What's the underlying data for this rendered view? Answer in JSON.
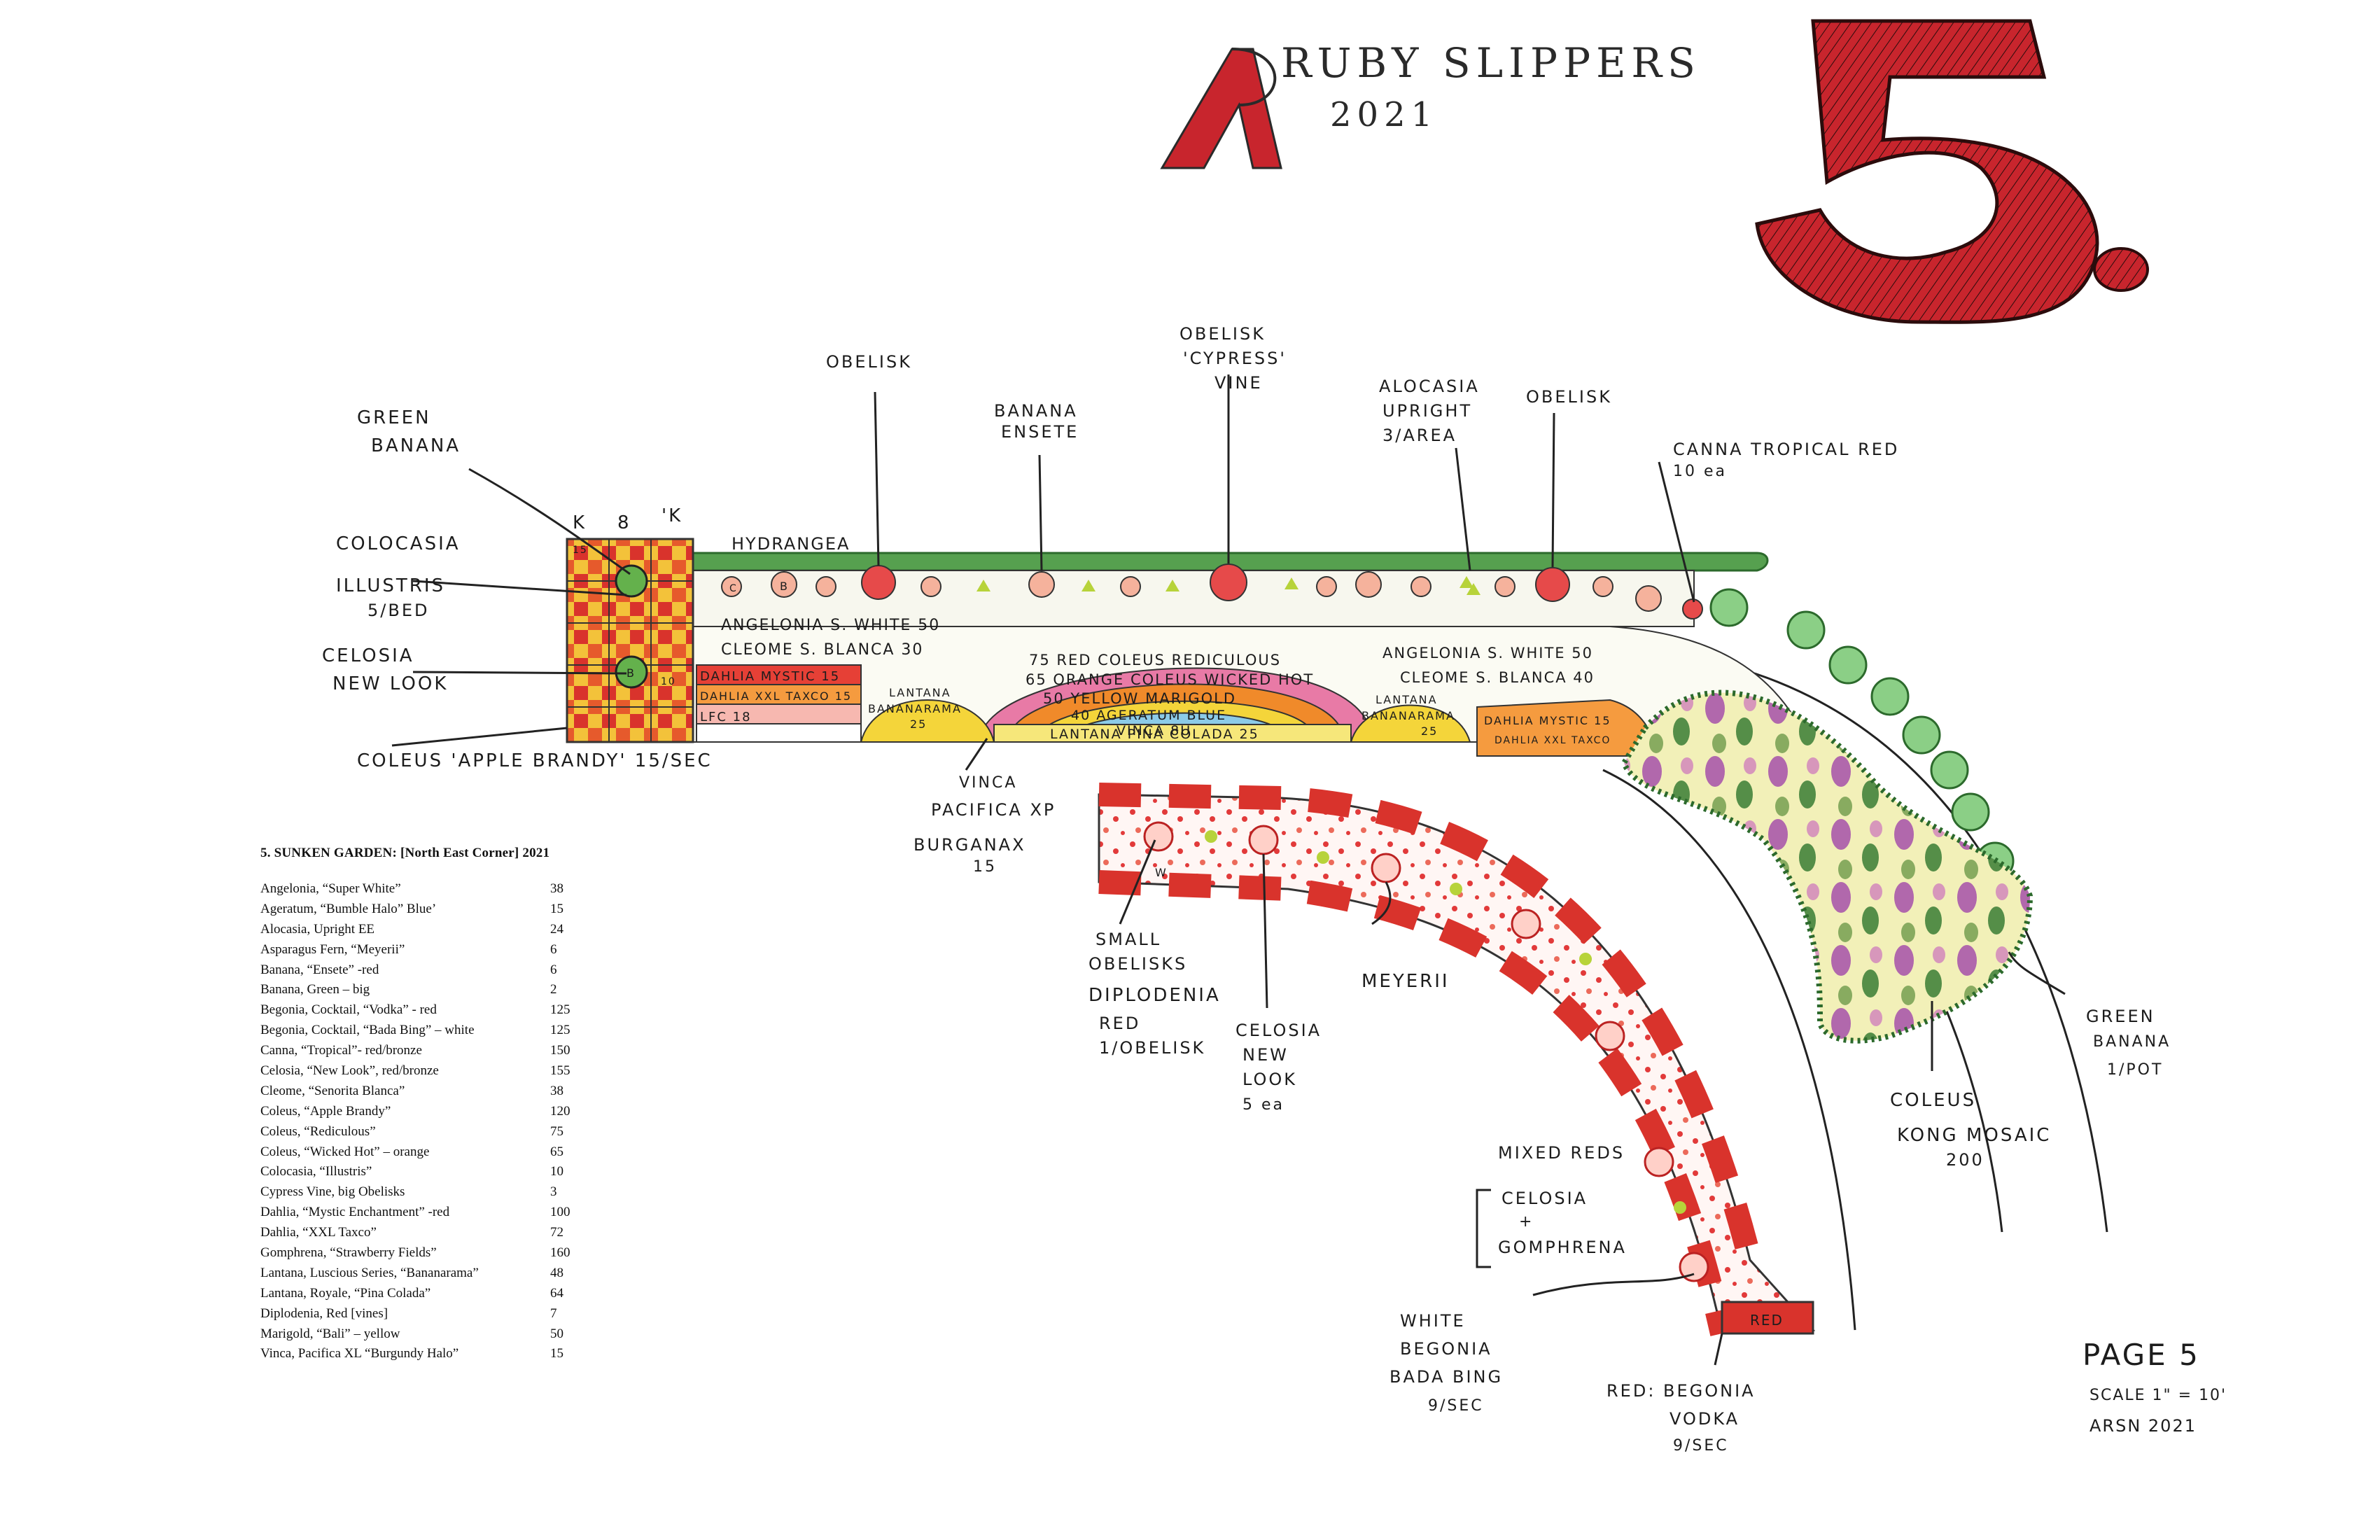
{
  "header": {
    "title_line1": "RUBY SLIPPERS",
    "year": "2021",
    "big_number": "5."
  },
  "labels": {
    "green_banana_top": [
      "GREEN",
      "BANANA"
    ],
    "k_marks": [
      "K",
      "8",
      "'K"
    ],
    "colocasia": [
      "COLOCASIA",
      "ILLUSTRIS",
      "5/BED"
    ],
    "celosia_left": [
      "CELOSIA",
      "NEW LOOK"
    ],
    "coleus_apple": "COLEUS 'APPLE BRANDY' 15/SEC",
    "obelisk_1": "OBELISK",
    "banana_ensete": [
      "BANANA",
      "ENSETE"
    ],
    "obelisk_cypress": [
      "OBELISK",
      "'CYPRESS'",
      "VINE"
    ],
    "alocasia": [
      "ALOCASIA",
      "UPRIGHT",
      "3/AREA"
    ],
    "obelisk_2": "OBELISK",
    "canna": [
      "CANNA TROPICAL RED",
      "10 ea"
    ],
    "hydrangea": "HYDRANGEA",
    "angelonia_left": "ANGELONIA S. WHITE 50",
    "cleome_left": "CLEOME S. BLANCA 30",
    "coleus_rediculous": "75 RED COLEUS REDICULOUS",
    "coleus_wicked": "65 ORANGE COLEUS WICKED HOT",
    "marigold": "50 YELLOW MARIGOLD",
    "ageratum": "40 AGERATUM BLUE",
    "vinca_band": "VINCA 8U",
    "angelonia_right": "ANGELONIA S. WHITE 50",
    "cleome_right": "CLEOME S. BLANCA 40",
    "dahlia_left": "DAHLIA MYSTIC 15",
    "dahlia_xxl_left": "DAHLIA XXL TAXCO 15",
    "lfc": "LFC 18",
    "lantana_left": [
      "LANTANA",
      "BANANARAMA",
      "25"
    ],
    "lantana_pina": "LANTANA PINA COLADA 25",
    "lantana_right": [
      "LANTANA",
      "BANANARAMA",
      "25"
    ],
    "dahlia_right": "DAHLIA MYSTIC 15",
    "dahlia_xxl_right": "DAHLIA XXL TAXCO",
    "vinca": [
      "VINCA",
      "PACIFICA XP",
      "BURGANAX",
      "15"
    ],
    "small_obelisks": [
      "SMALL",
      "OBELISKS"
    ],
    "diplodenia": [
      "DIPLODENIA",
      "RED",
      "1/OBELISK"
    ],
    "celosia_new_look": [
      "CELOSIA",
      "NEW",
      "LOOK",
      "5 ea"
    ],
    "meyerii": "MEYERII",
    "mixed_reds": [
      "MIXED REDS",
      "CELOSIA",
      "+",
      "GOMPHRENA"
    ],
    "white_begonia": [
      "WHITE",
      "BEGONIA",
      "BADA BING",
      "9/SEC"
    ],
    "red_begonia": [
      "RED: BEGONIA",
      "VODKA",
      "9/SEC"
    ],
    "red_tag": "RED",
    "coleus_kong": [
      "COLEUS",
      "KONG MOSAIC",
      "200"
    ],
    "green_banana_right": [
      "GREEN",
      "BANANA",
      "1/POT"
    ],
    "bed_letters": {
      "b": "B",
      "c": "C",
      "w": "W",
      "fifteen": "15",
      "ten": "10"
    }
  },
  "page_meta": {
    "page": "PAGE 5",
    "scale": "SCALE 1\" = 10'",
    "author": "ARSN 2021"
  },
  "plant_list": {
    "title": "5. SUNKEN GARDEN: [North East Corner] 2021",
    "rows": [
      {
        "name": "Angelonia, “Super White”",
        "qty": "38"
      },
      {
        "name": "Ageratum, “Bumble Halo” Blue’",
        "qty": "15"
      },
      {
        "name": "Alocasia, Upright EE",
        "qty": "24"
      },
      {
        "name": "Asparagus Fern, “Meyerii”",
        "qty": "6"
      },
      {
        "name": "Banana, “Ensete” -red",
        "qty": "6"
      },
      {
        "name": "Banana, Green – big",
        "qty": "2"
      },
      {
        "name": "Begonia, Cocktail, “Vodka” - red",
        "qty": "125"
      },
      {
        "name": "Begonia, Cocktail, “Bada Bing” – white",
        "qty": "125"
      },
      {
        "name": "Canna, “Tropical”- red/bronze",
        "qty": "150"
      },
      {
        "name": "Celosia, “New Look”, red/bronze",
        "qty": "155"
      },
      {
        "name": "Cleome, “Senorita Blanca”",
        "qty": "38"
      },
      {
        "name": "Coleus, “Apple Brandy”",
        "qty": "120"
      },
      {
        "name": "Coleus, “Rediculous”",
        "qty": "75"
      },
      {
        "name": "Coleus, “Wicked Hot” – orange",
        "qty": "65"
      },
      {
        "name": "Colocasia, “Illustris”",
        "qty": "10"
      },
      {
        "name": "Cypress Vine, big Obelisks",
        "qty": "3"
      },
      {
        "name": "Dahlia, “Mystic Enchantment” -red",
        "qty": "100"
      },
      {
        "name": "Dahlia, “XXL Taxco”",
        "qty": "72"
      },
      {
        "name": "Gomphrena, “Strawberry Fields”",
        "qty": "160"
      },
      {
        "name": "Lantana, Luscious Series, “Bananarama”",
        "qty": "48"
      },
      {
        "name": "Lantana, Royale, “Pina Colada”",
        "qty": "64"
      },
      {
        "name": "Diplodenia, Red [vines]",
        "qty": "7"
      },
      {
        "name": "Marigold, “Bali” – yellow",
        "qty": "50"
      },
      {
        "name": "Vinca, Pacifica XL “Burgundy Halo”",
        "qty": "15"
      }
    ]
  },
  "colors": {
    "ruby": "#c8252d",
    "hedge": "#3f8a3f",
    "coleus_pink": "#e87aa6",
    "orange": "#f08a2a",
    "yellow": "#f4d53a",
    "blue": "#5aa3dc",
    "purple": "#9b3aa8"
  }
}
